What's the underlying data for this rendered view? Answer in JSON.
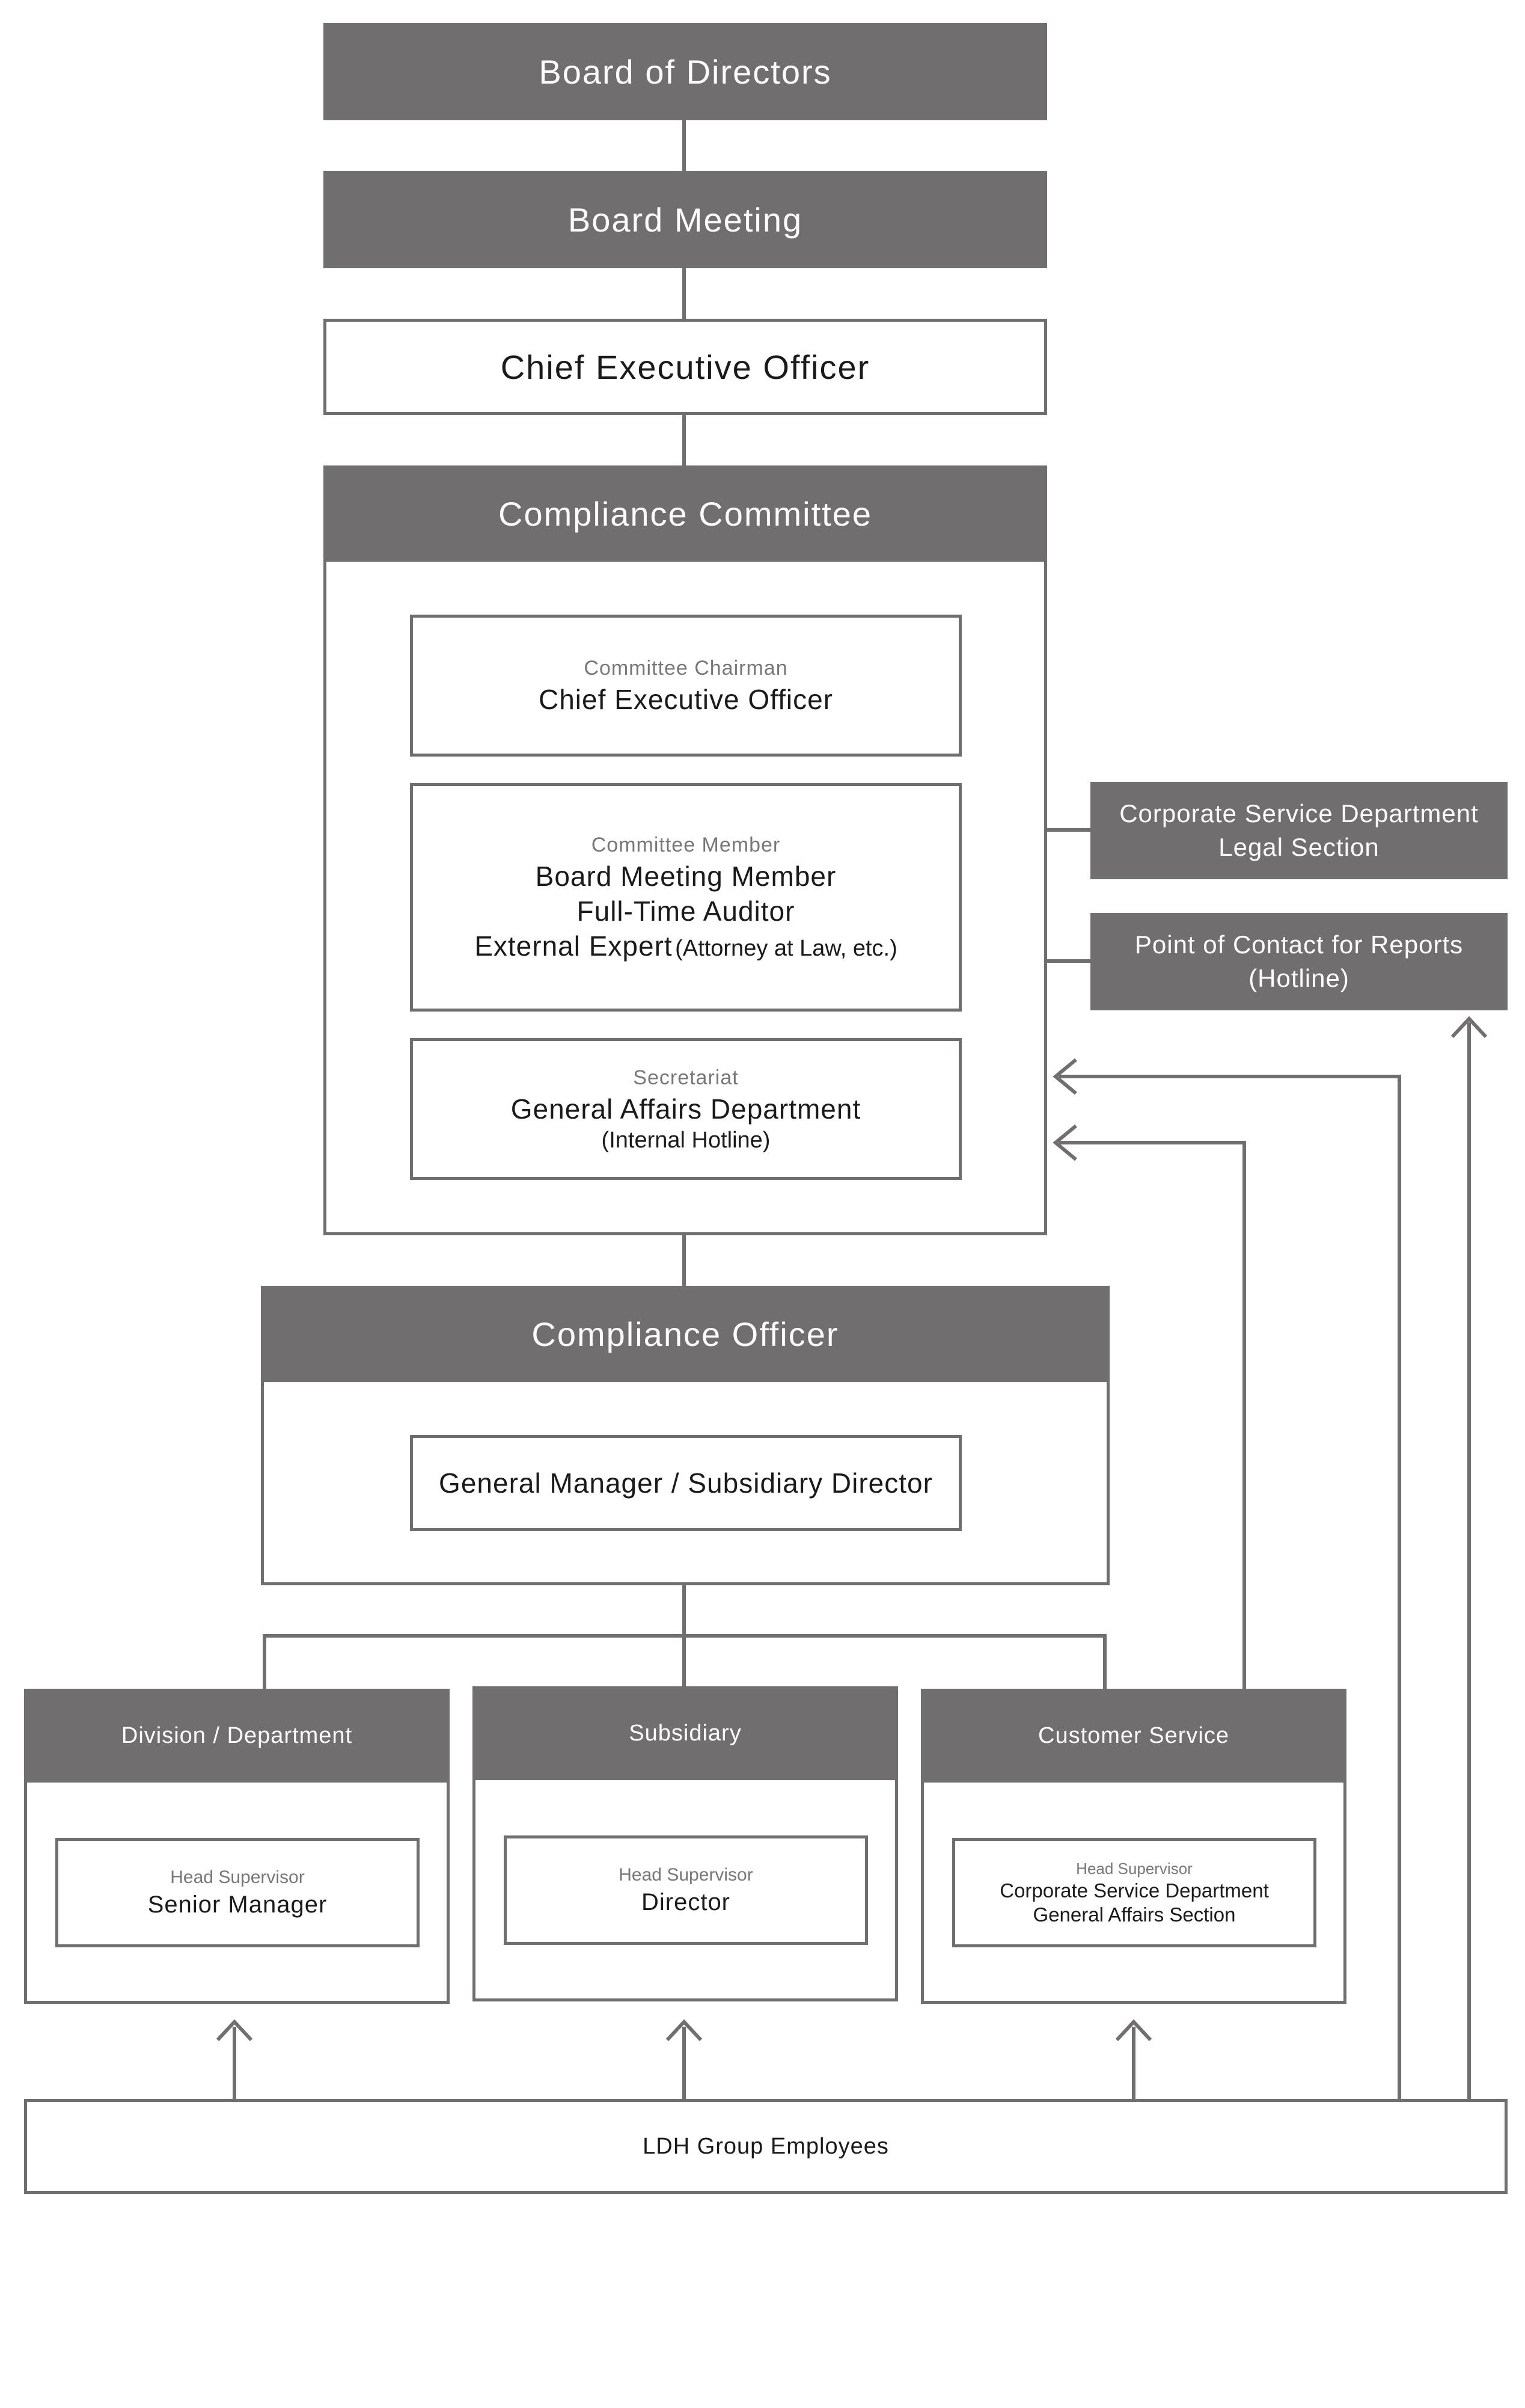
{
  "colors": {
    "box_fill": "#706e6e",
    "line": "#706e6e",
    "text_light": "#ffffff",
    "text_dark": "#1a1a1a",
    "label_gray": "#777777"
  },
  "board_of_directors": "Board of Directors",
  "board_meeting": "Board Meeting",
  "ceo": "Chief Executive Officer",
  "compliance_committee": {
    "title": "Compliance Committee",
    "chairman": {
      "label": "Committee Chairman",
      "value": "Chief Executive Officer"
    },
    "member": {
      "label": "Committee Member",
      "lines": [
        "Board Meeting Member",
        "Full-Time Auditor",
        "External Expert"
      ],
      "note": "(Attorney at Law, etc.)"
    },
    "secretariat": {
      "label": "Secretariat",
      "value": "General Affairs Department",
      "note": "(Internal Hotline)"
    }
  },
  "side_boxes": {
    "legal": [
      "Corporate Service Department",
      "Legal Section"
    ],
    "hotline": [
      "Point of Contact for Reports",
      "(Hotline)"
    ]
  },
  "compliance_officer": {
    "title": "Compliance Officer",
    "value": "General Manager / Subsidiary Director"
  },
  "units": [
    {
      "title": "Division / Department",
      "label": "Head Supervisor",
      "value": [
        "Senior Manager"
      ]
    },
    {
      "title": "Subsidiary",
      "label": "Head Supervisor",
      "value": [
        "Director"
      ]
    },
    {
      "title": "Customer Service",
      "label": "Head Supervisor",
      "value": [
        "Corporate Service Department",
        "General Affairs Section"
      ]
    }
  ],
  "employees": "LDH Group Employees"
}
